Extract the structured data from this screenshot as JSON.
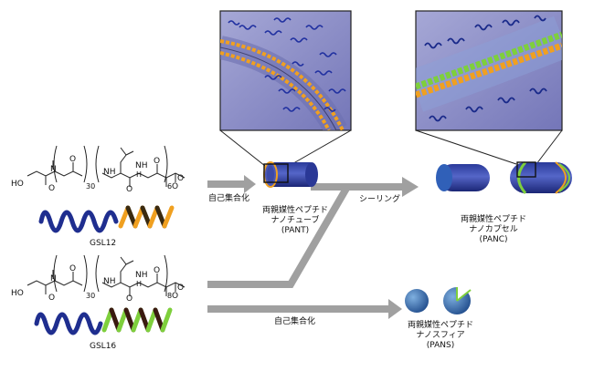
{
  "polymers": [
    {
      "name": "GSL12",
      "leucine_repeat": "6",
      "sarcosine_repeat": "30"
    },
    {
      "name": "GSL16",
      "leucine_repeat": "8",
      "sarcosine_repeat": "30"
    }
  ],
  "chem_labels": {
    "ho": "HO",
    "o": "O",
    "n": "N",
    "nh": "NH",
    "h": "H"
  },
  "steps": {
    "self_assembly_top": "自己集合化",
    "self_assembly_bottom": "自己集合化",
    "sealing": "シーリング"
  },
  "products": {
    "pant": {
      "line1": "両親媒性ペプチド",
      "line2": "ナノチューブ",
      "abbr": "(PANT)"
    },
    "panc": {
      "line1": "両親媒性ペプチド",
      "line2": "ナノカプセル",
      "abbr": "(PANC)"
    },
    "pans": {
      "line1": "両親媒性ペプチド",
      "line2": "ナノスフィア",
      "abbr": "(PANS)"
    }
  },
  "colors": {
    "blue_chain": "#1f2e8f",
    "orange_helix": "#f0a020",
    "green_helix": "#7ecf3c",
    "arrow_gray": "#a0a0a0",
    "tube_blue": "#3447b0",
    "inset_bg": "#8d8fc6"
  }
}
